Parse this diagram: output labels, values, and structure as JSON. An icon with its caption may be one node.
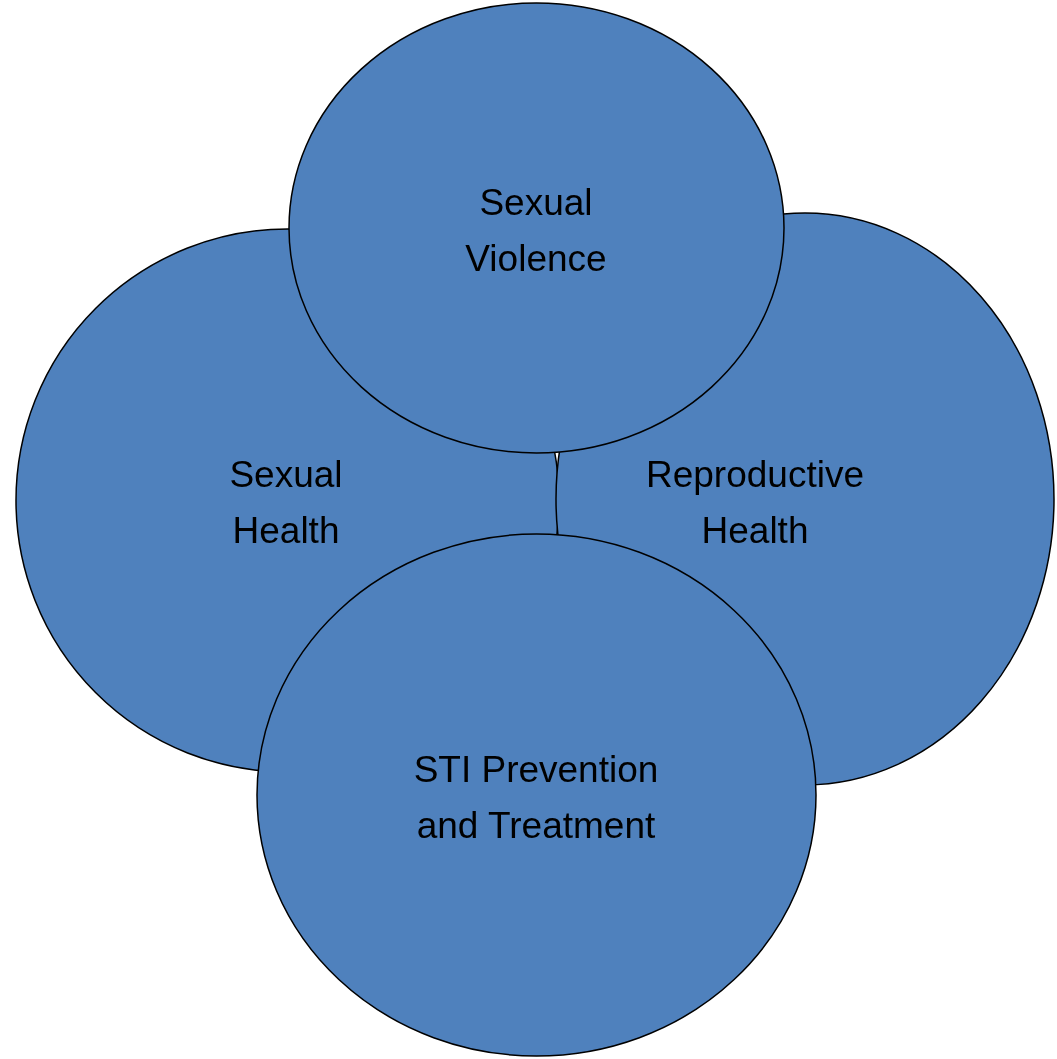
{
  "diagram": {
    "nodes": [
      {
        "text": [
          "Sexual Violence"
        ]
      },
      {
        "text": [
          "Sexual Health"
        ]
      },
      {
        "text": [
          "Reproductive Health"
        ]
      },
      {
        "text": [
          "STI Prevention and Treatment"
        ]
      }
    ],
    "edges": []
  }
}
